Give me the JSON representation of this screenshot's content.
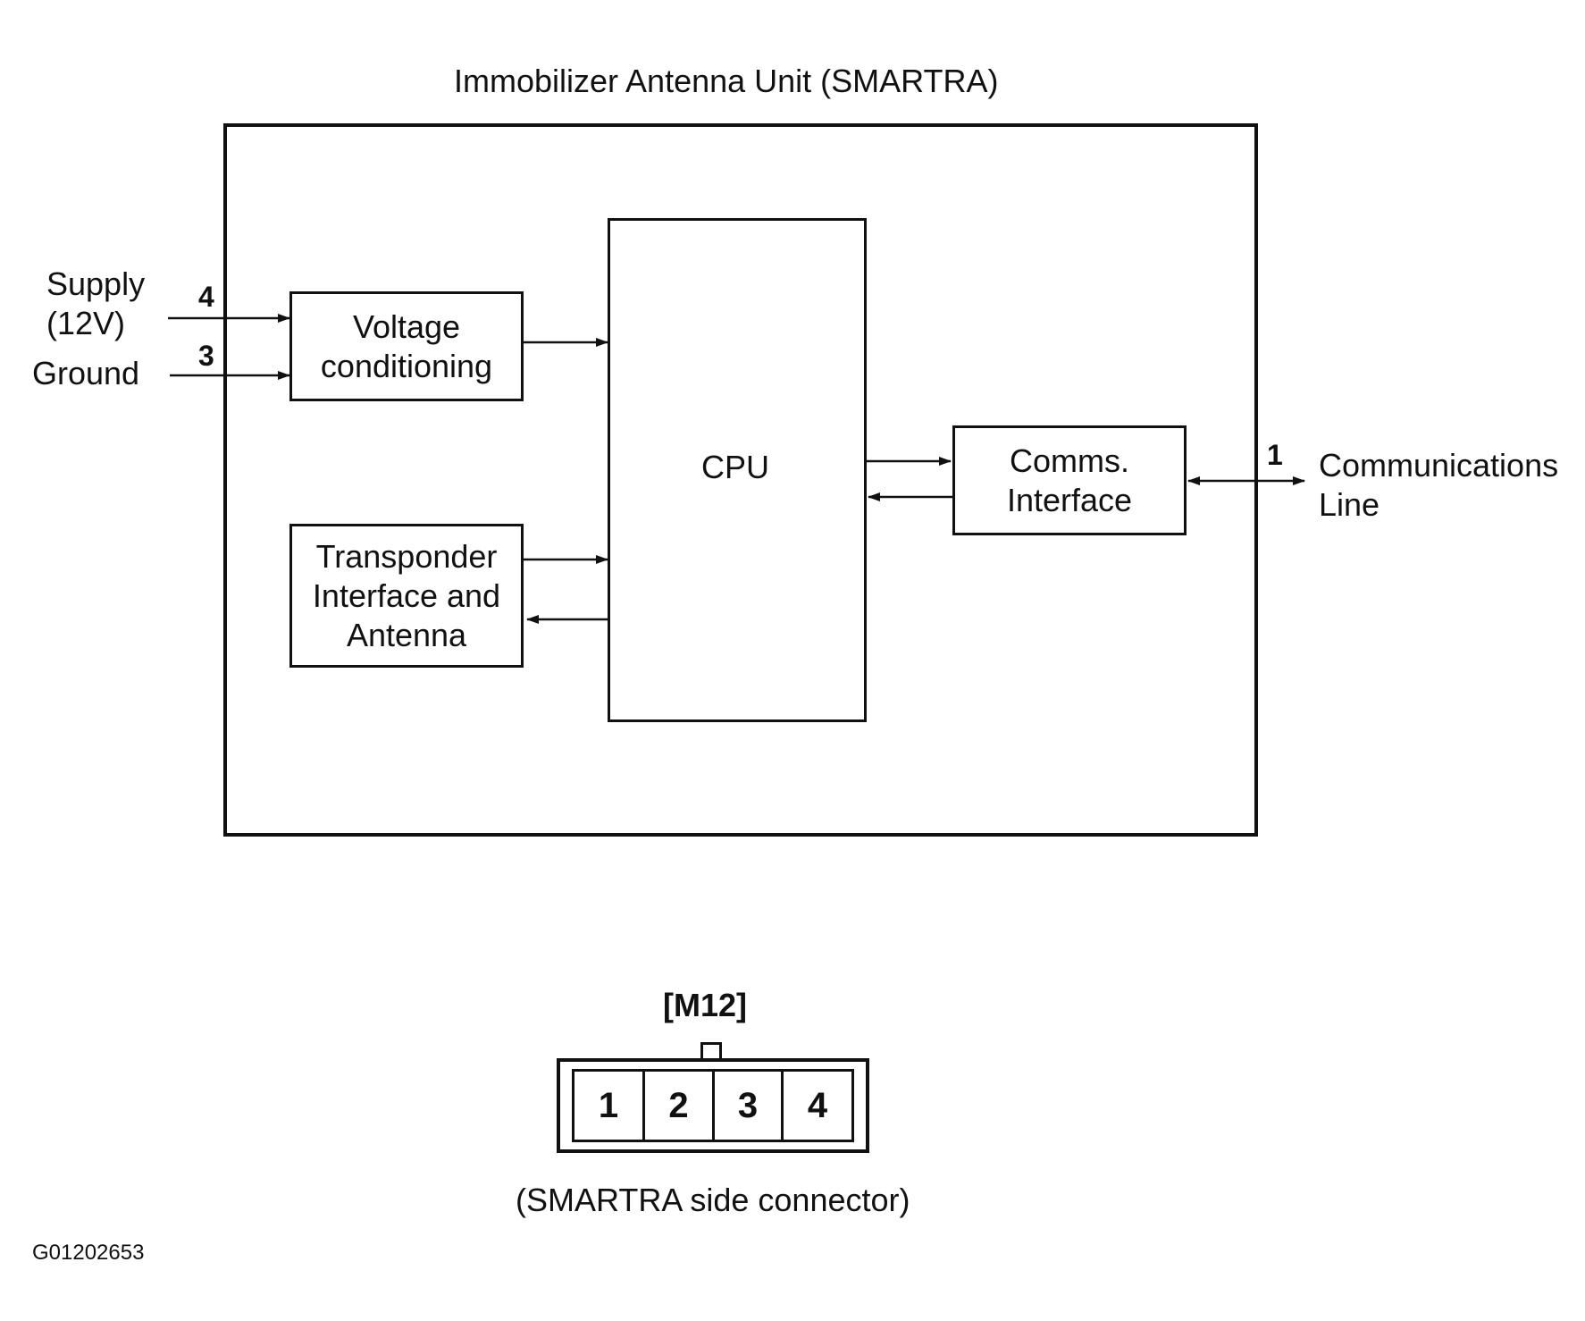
{
  "title": "Immobilizer Antenna Unit (SMARTRA)",
  "blocks": {
    "voltage": [
      "Voltage",
      "conditioning"
    ],
    "cpu": "CPU",
    "transponder": [
      "Transponder",
      "Interface and",
      "Antenna"
    ],
    "comms": [
      "Comms.",
      "Interface"
    ]
  },
  "inputs": {
    "supply": [
      "Supply",
      "(12V)"
    ],
    "supply_pin": "4",
    "ground": "Ground",
    "ground_pin": "3"
  },
  "output": {
    "pin": "1",
    "label": [
      "Communications",
      "Line"
    ]
  },
  "connector": {
    "name": "[M12]",
    "pins": [
      "1",
      "2",
      "3",
      "4"
    ],
    "caption": "(SMARTRA side connector)"
  },
  "figure_id": "G01202653"
}
